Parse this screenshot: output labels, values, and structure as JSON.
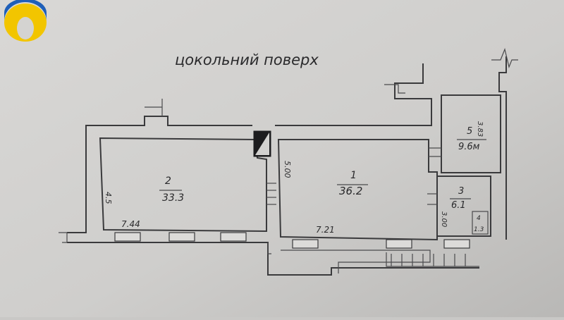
{
  "floor_title": "цокольний поверх",
  "logo": {
    "name": "agency-logo",
    "colors": {
      "top": "#1f5fb8",
      "bottom": "#f2c500"
    }
  },
  "rooms": [
    {
      "number": "2",
      "area": "33.3"
    },
    {
      "number": "1",
      "area": "36.2"
    },
    {
      "number": "5",
      "area": "9.6м"
    },
    {
      "number": "3",
      "area": "6.1"
    },
    {
      "number": "4",
      "area": "1.3"
    }
  ],
  "dimensions": {
    "room2_height": "4.5",
    "room2_width": "7.44",
    "room1_height": "5.00",
    "room1_width": "7.21",
    "room5_height": "3.83",
    "room3_height": "3.00"
  },
  "colors": {
    "paper": "#d2d1cf",
    "ink": "#2f2f31"
  }
}
